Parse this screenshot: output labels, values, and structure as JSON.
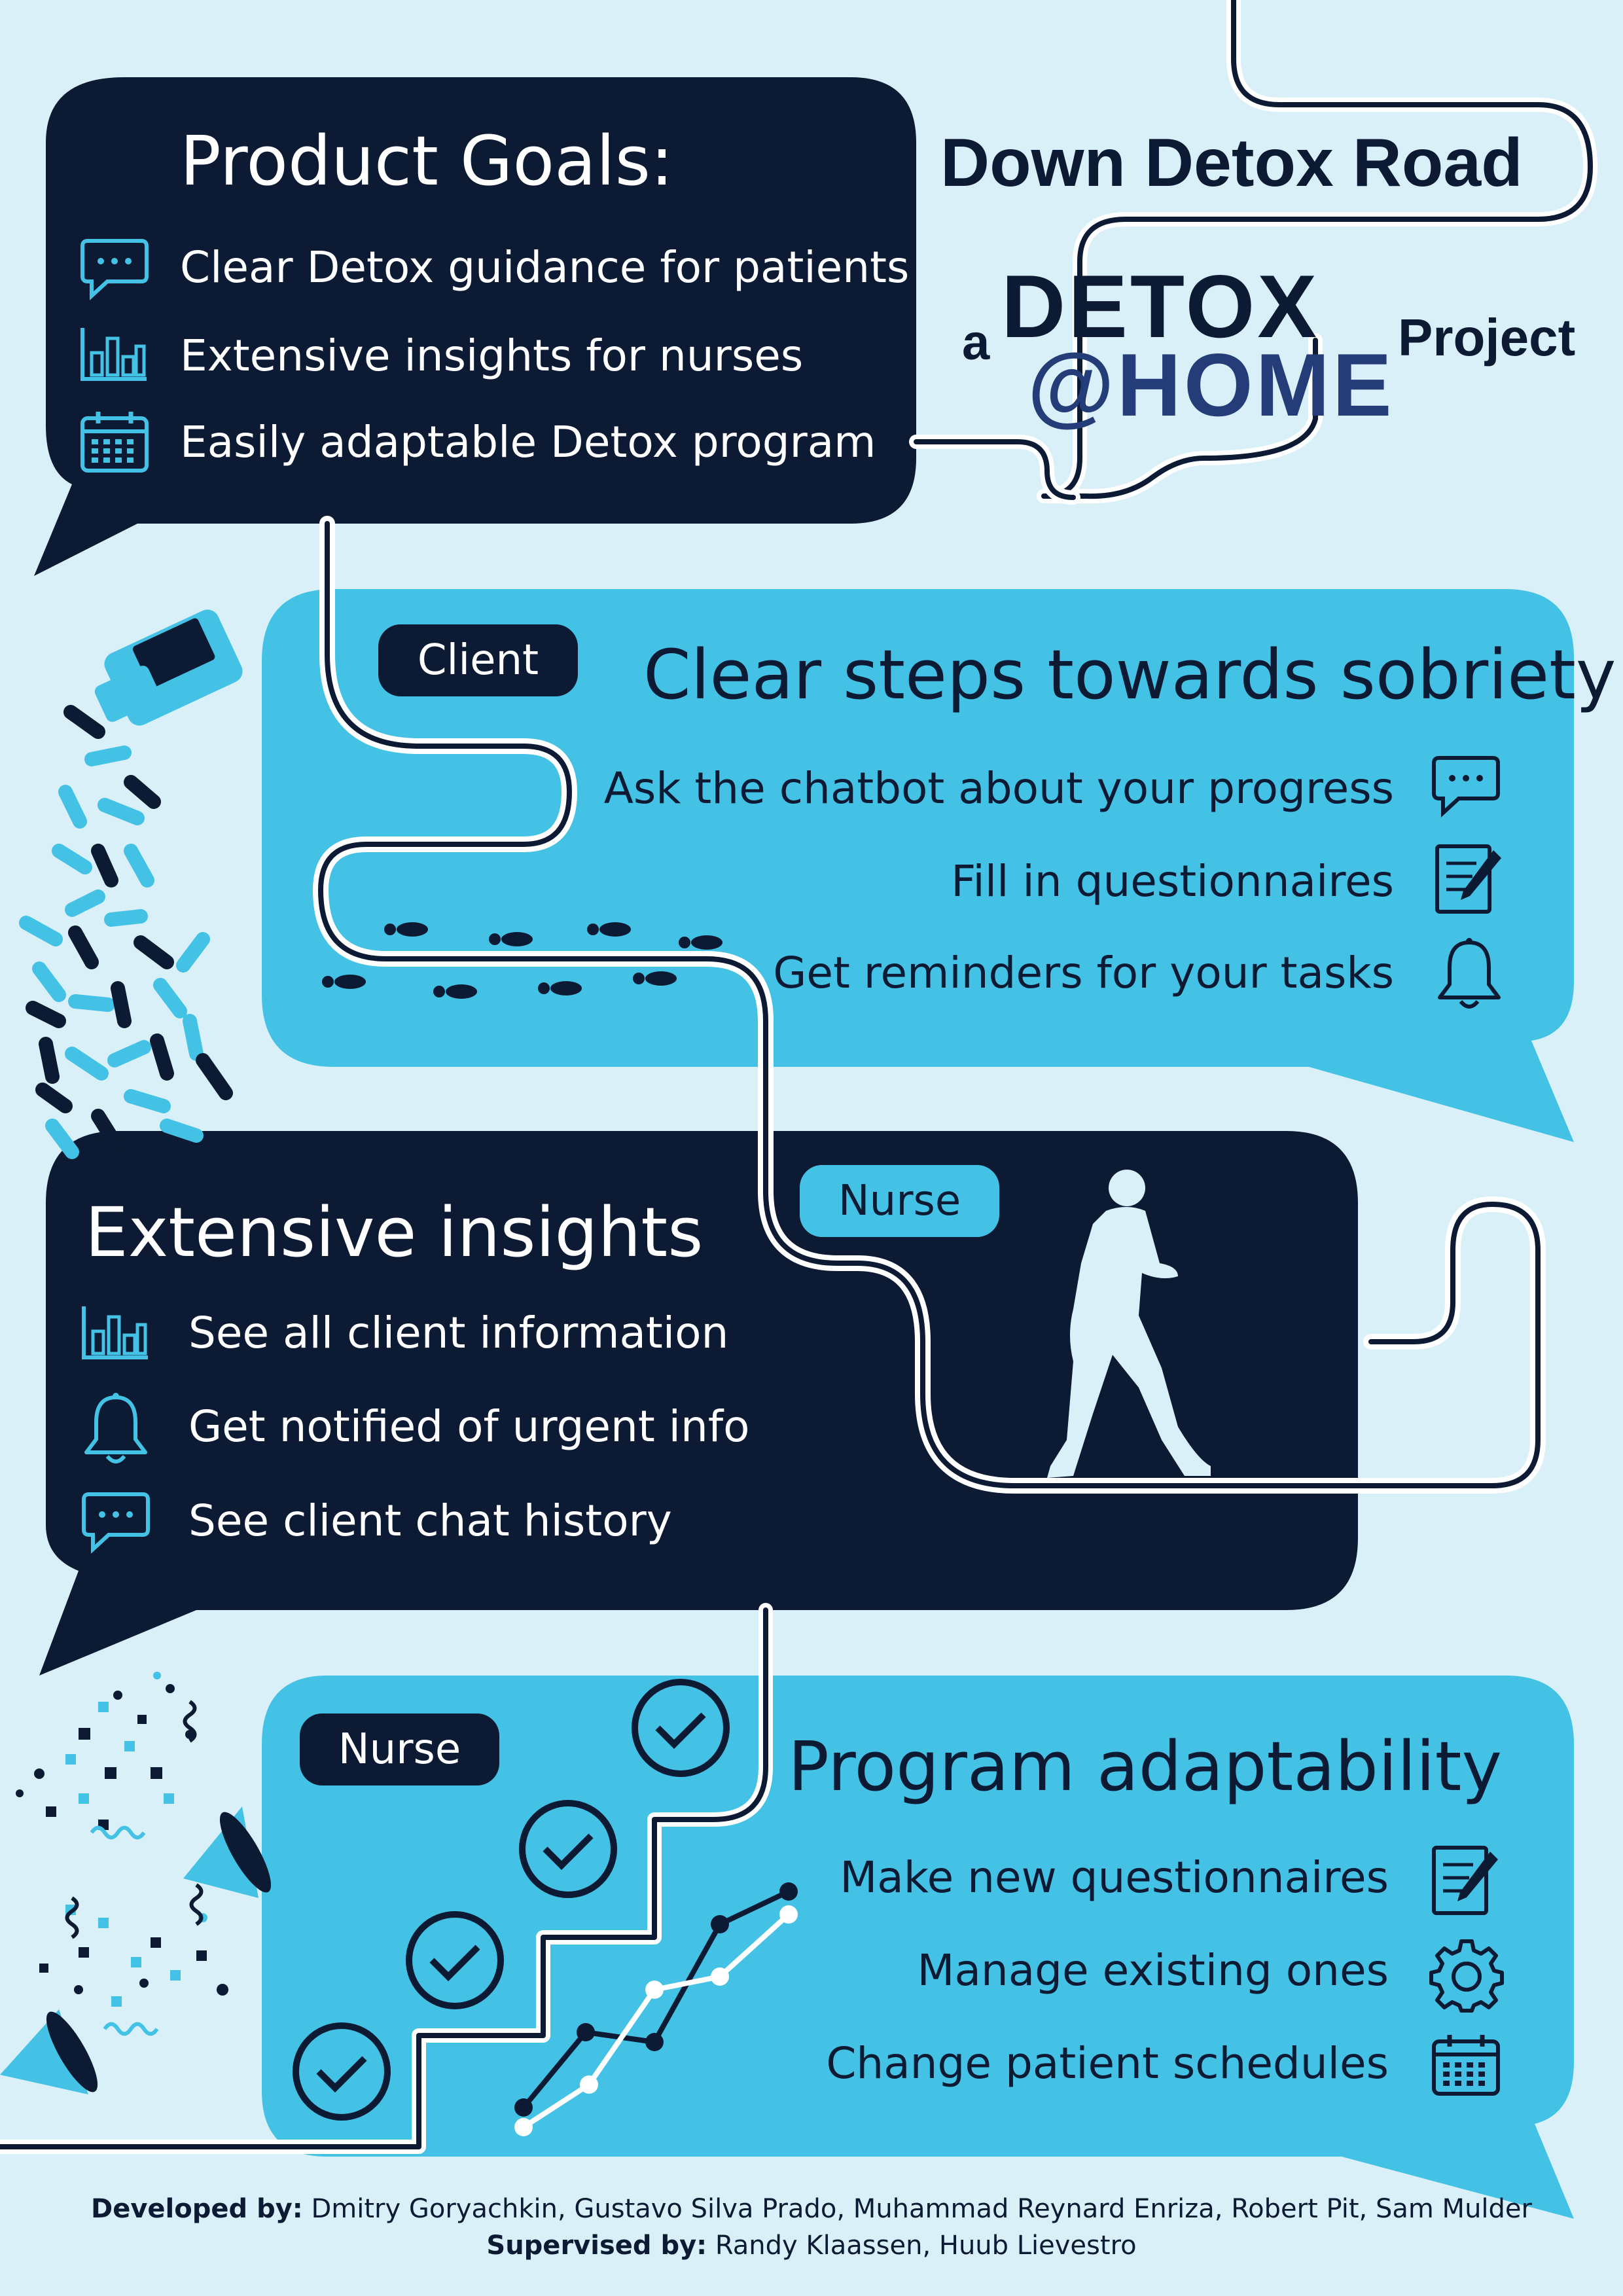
{
  "header": {
    "road_title": "Down Detox Road",
    "logo": {
      "prefix": "a",
      "line1": "DETOX",
      "line2": "@HOME",
      "suffix": "Project"
    }
  },
  "goals": {
    "title": "Product Goals:",
    "items": [
      {
        "icon": "chat-bubble-icon",
        "label": "Clear Detox guidance for patients"
      },
      {
        "icon": "bar-chart-icon",
        "label": "Extensive insights for nurses"
      },
      {
        "icon": "calendar-icon",
        "label": "Easily adaptable Detox program"
      }
    ]
  },
  "client_section": {
    "badge": "Client",
    "title": "Clear steps towards sobriety",
    "items": [
      {
        "icon": "chat-bubble-icon",
        "label": "Ask the chatbot about your progress"
      },
      {
        "icon": "questionnaire-icon",
        "label": "Fill in questionnaires"
      },
      {
        "icon": "bell-icon",
        "label": "Get reminders for your tasks"
      }
    ]
  },
  "insights_section": {
    "badge": "Nurse",
    "title": "Extensive insights",
    "items": [
      {
        "icon": "bar-chart-icon",
        "label": "See all client information"
      },
      {
        "icon": "bell-icon",
        "label": "Get notified of urgent info"
      },
      {
        "icon": "chat-bubble-icon",
        "label": "See client chat history"
      }
    ]
  },
  "program_section": {
    "badge": "Nurse",
    "title": "Program adaptability",
    "items": [
      {
        "icon": "questionnaire-icon",
        "label": "Make new questionnaires"
      },
      {
        "icon": "gear-icon",
        "label": "Manage existing ones"
      },
      {
        "icon": "calendar-icon",
        "label": "Change patient schedules"
      }
    ]
  },
  "footer": {
    "developed_label": "Developed by:",
    "developed_names": "Dmitry Goryachkin, Gustavo Silva Prado, Muhammad Reynard Enriza, Robert Pit, Sam Mulder",
    "supervised_label": "Supervised by:",
    "supervised_names": "Randy Klaassen, Huub Lievestro"
  },
  "colors": {
    "background": "#d9f0f8",
    "dark": "#0c1a33",
    "accent": "#44c2e5",
    "logo_blue": "#243c78"
  }
}
